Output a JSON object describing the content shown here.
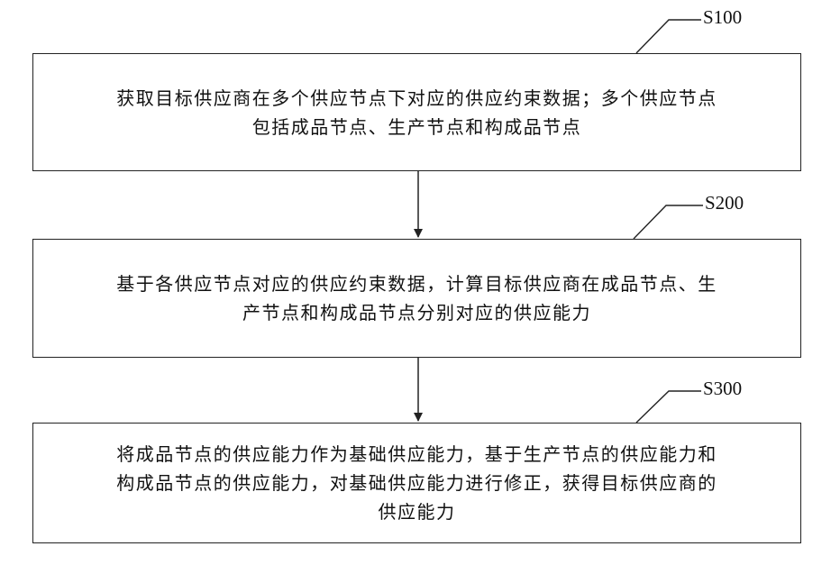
{
  "steps": [
    {
      "label": "S100",
      "text": "获取目标供应商在多个供应节点下对应的供应约束数据；多个供应节点\n包括成品节点、生产节点和构成品节点"
    },
    {
      "label": "S200",
      "text": "基于各供应节点对应的供应约束数据，计算目标供应商在成品节点、生\n产节点和构成品节点分别对应的供应能力"
    },
    {
      "label": "S300",
      "text": "将成品节点的供应能力作为基础供应能力，基于生产节点的供应能力和\n构成品节点的供应能力，对基础供应能力进行修正，获得目标供应商的\n供应能力"
    }
  ]
}
